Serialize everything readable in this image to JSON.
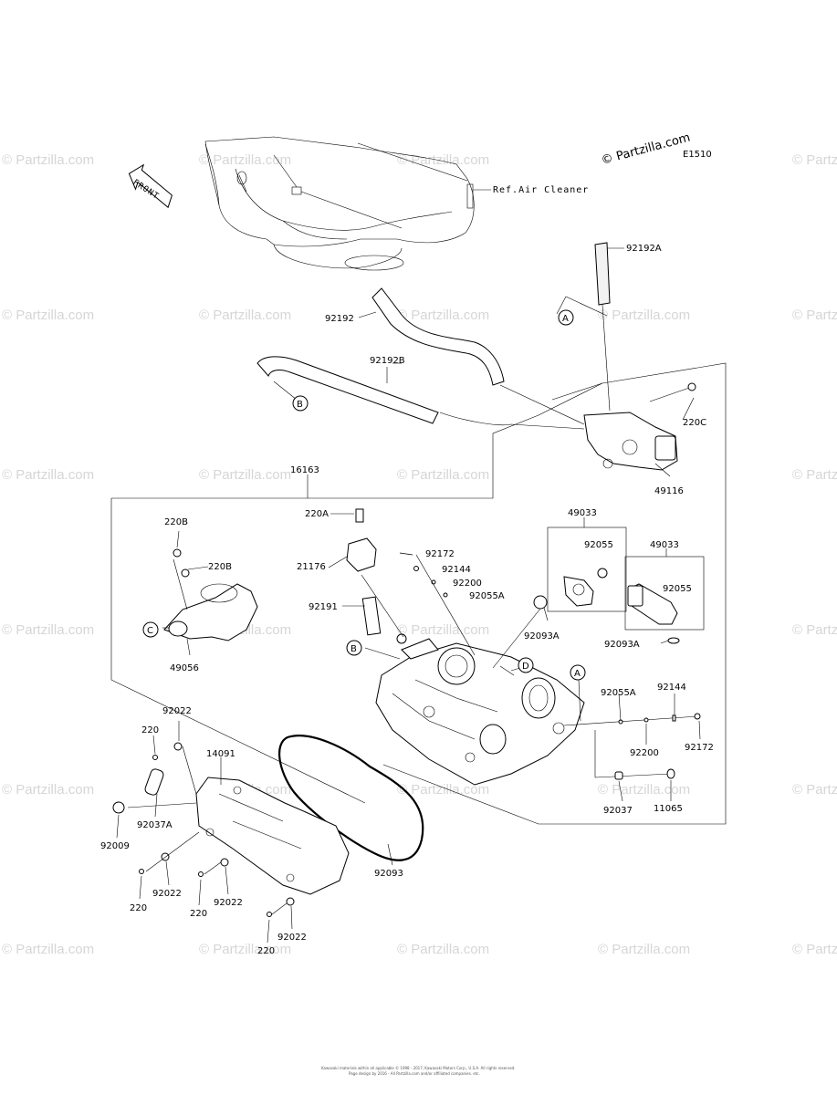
{
  "watermark": "© Partzilla.com",
  "header": {
    "brand": "© Partzilla.com",
    "diagram_code": "E1510",
    "front_label": "FRONT",
    "ref_label": "Ref.Air Cleaner"
  },
  "refs": [
    "A",
    "B",
    "C",
    "D"
  ],
  "callouts": {
    "p92192A": "92192A",
    "p92192": "92192",
    "p92192B": "92192B",
    "p220C": "220C",
    "p49116": "49116",
    "p16163": "16163",
    "p49033a": "49033",
    "p92055a": "92055",
    "p49033b": "49033",
    "p92055b": "92055",
    "p220Btop": "220B",
    "p220Bmid": "220B",
    "p49056": "49056",
    "p220A": "220A",
    "p21176": "21176",
    "p92191": "92191",
    "p92172top": "92172",
    "p92144top": "92144",
    "p92200top": "92200",
    "p92055Atop": "92055A",
    "p92093Atop": "92093A",
    "p92093Aright": "92093A",
    "p92055Aright": "92055A",
    "p92144right": "92144",
    "p92200right": "92200",
    "p92172right": "92172",
    "p92037": "92037",
    "p11065": "11065",
    "p92022a": "92022",
    "p220a": "220",
    "p14091": "14091",
    "p92037A": "92037A",
    "p92009": "92009",
    "p92022b": "92022",
    "p220b": "220",
    "p92022c": "92022",
    "p220c": "220",
    "p92022d": "92022",
    "p220d": "220",
    "p92093": "92093"
  },
  "footer": {
    "line1": "Kawasaki materials within all applicable © 1998 - 2017, Kawasaki Motors Corp., U.S.A. All rights reserved.",
    "line2": "Page design by 2016 - All Partzilla.com and/or affiliated companies. etc."
  }
}
